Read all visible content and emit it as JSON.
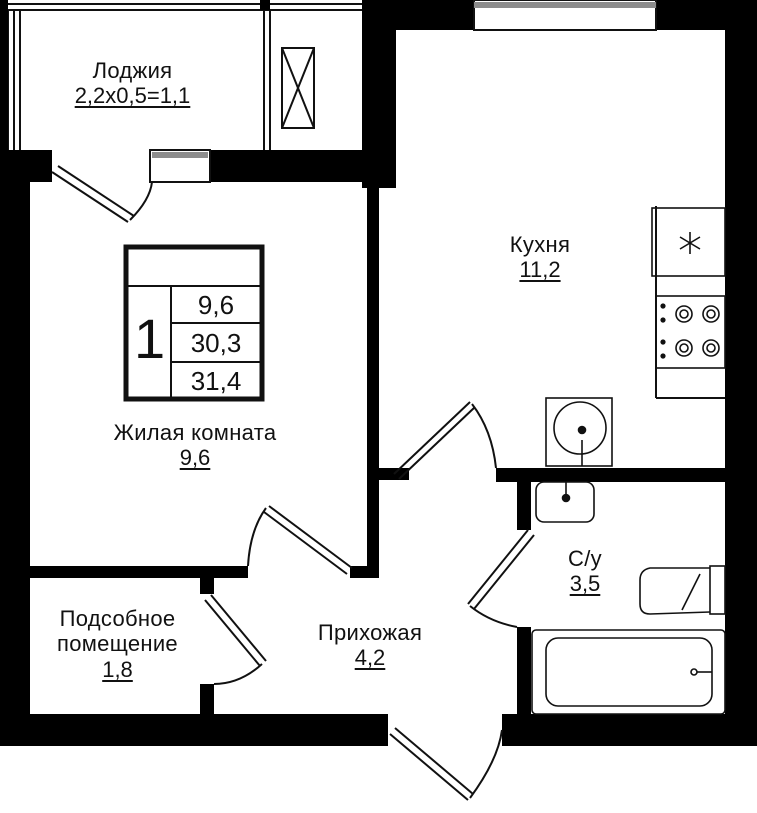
{
  "rooms": {
    "loggia": {
      "name": "Лоджия",
      "area": "2,2х0,5=1,1"
    },
    "kitchen": {
      "name": "Кухня",
      "area": "11,2"
    },
    "living": {
      "name": "Жилая комната",
      "area": "9,6"
    },
    "bathroom": {
      "name": "С/у",
      "area": "3,5"
    },
    "storage": {
      "name_line1": "Подсобное",
      "name_line2": "помещение",
      "area": "1,8"
    },
    "hallway": {
      "name": "Прихожая",
      "area": "4,2"
    }
  },
  "summary": {
    "rooms_count": "1",
    "living_area": "9,6",
    "total_area": "30,3",
    "total_with_loggia": "31,4"
  },
  "icons": {
    "fridge": "snowflake-icon",
    "stove": "stove-icon",
    "sink": "sink-icon",
    "washbasin": "washbasin-icon",
    "toilet": "toilet-icon",
    "bathtub": "bathtub-icon"
  },
  "colors": {
    "wall": "#000000",
    "line": "#111111",
    "background": "#ffffff",
    "window_fill": "#8c8c8c"
  }
}
